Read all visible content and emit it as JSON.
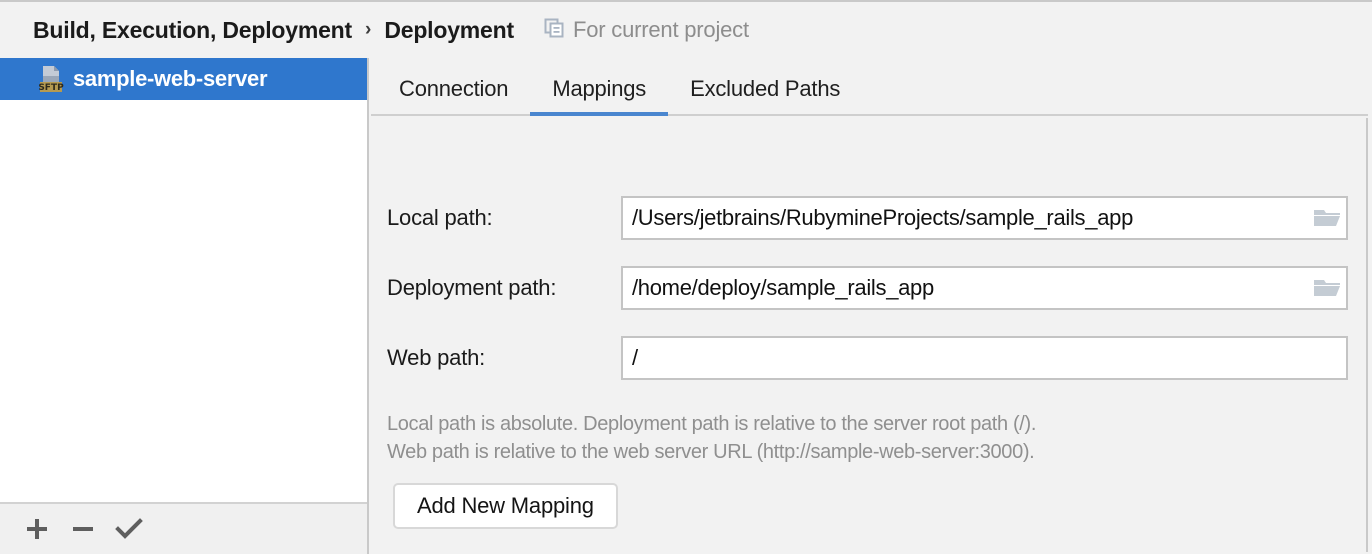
{
  "header": {
    "breadcrumb": {
      "parent": "Build, Execution, Deployment",
      "separator": "›",
      "current": "Deployment"
    },
    "scope": {
      "icon": "copy-icon",
      "label": "For current project"
    }
  },
  "sidebar": {
    "items": [
      {
        "icon": "sftp-server-icon",
        "icon_badge": "SFTP",
        "label": "sample-web-server",
        "selected": true
      }
    ],
    "toolbar": [
      {
        "icon": "plus-icon",
        "name": "add-server-button"
      },
      {
        "icon": "minus-icon",
        "name": "remove-server-button"
      },
      {
        "icon": "check-icon",
        "name": "set-default-server-button"
      }
    ]
  },
  "main": {
    "tabs": [
      {
        "label": "Connection",
        "active": false
      },
      {
        "label": "Mappings",
        "active": true
      },
      {
        "label": "Excluded Paths",
        "active": false
      }
    ],
    "fields": [
      {
        "label": "Local path:",
        "value": "/Users/jetbrains/RubymineProjects/sample_rails_app",
        "has_browse": true
      },
      {
        "label": "Deployment path:",
        "value": "/home/deploy/sample_rails_app",
        "has_browse": true
      },
      {
        "label": "Web path:",
        "value": "/",
        "has_browse": false
      }
    ],
    "hints": [
      "Local path is absolute. Deployment path is relative to the server root path (/).",
      "Web path is relative to the web server URL (http://sample-web-server:3000)."
    ],
    "add_mapping_label": "Add New Mapping"
  },
  "colors": {
    "selection_blue": "#2f77cd",
    "tab_underline": "#4a86cf",
    "panel_bg": "#f2f2f2",
    "list_bg": "#ffffff",
    "hint_text": "#8f8f8f",
    "sftp_badge": "#b59a50"
  }
}
